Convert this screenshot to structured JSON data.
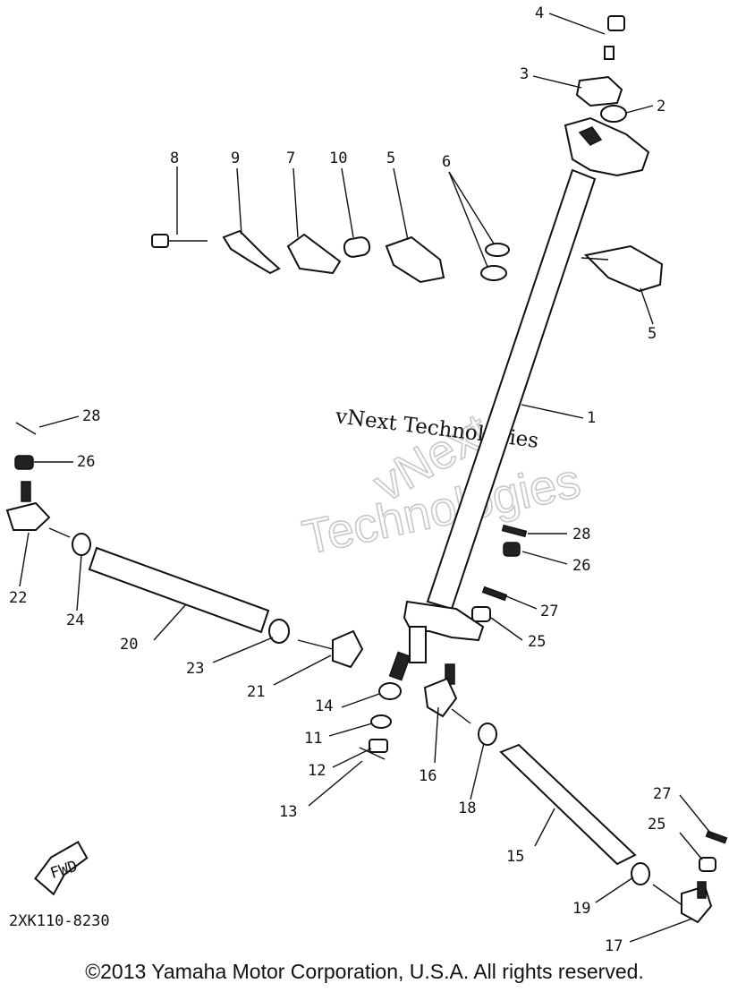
{
  "diagram_id": "2XK110-8230",
  "watermark": {
    "line1": "vNext",
    "line2": "Technologies",
    "caption": "vNext Technologies"
  },
  "fwd_label": "FWD",
  "copyright": "©2013 Yamaha Motor Corporation, U.S.A. All rights reserved.",
  "callouts": {
    "c1": "1",
    "c2": "2",
    "c3": "3",
    "c4": "4",
    "c5a": "5",
    "c5b": "5",
    "c6": "6",
    "c7": "7",
    "c8": "8",
    "c9": "9",
    "c10": "10",
    "c11": "11",
    "c12": "12",
    "c13": "13",
    "c14": "14",
    "c15": "15",
    "c16": "16",
    "c17": "17",
    "c18": "18",
    "c19": "19",
    "c20": "20",
    "c21": "21",
    "c22": "22",
    "c23": "23",
    "c24": "24",
    "c25a": "25",
    "c25b": "25",
    "c26a": "26",
    "c26b": "26",
    "c27a": "27",
    "c27b": "27",
    "c28a": "28",
    "c28b": "28"
  }
}
